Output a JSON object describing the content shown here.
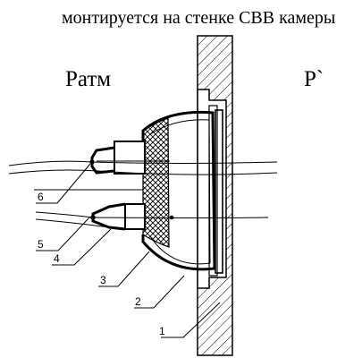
{
  "diagram": {
    "caption": "монтируется на стенке СВВ камеры",
    "left_label": "Pатм",
    "right_label": "P`",
    "part_labels": [
      "1",
      "2",
      "3",
      "4",
      "5",
      "6"
    ]
  }
}
